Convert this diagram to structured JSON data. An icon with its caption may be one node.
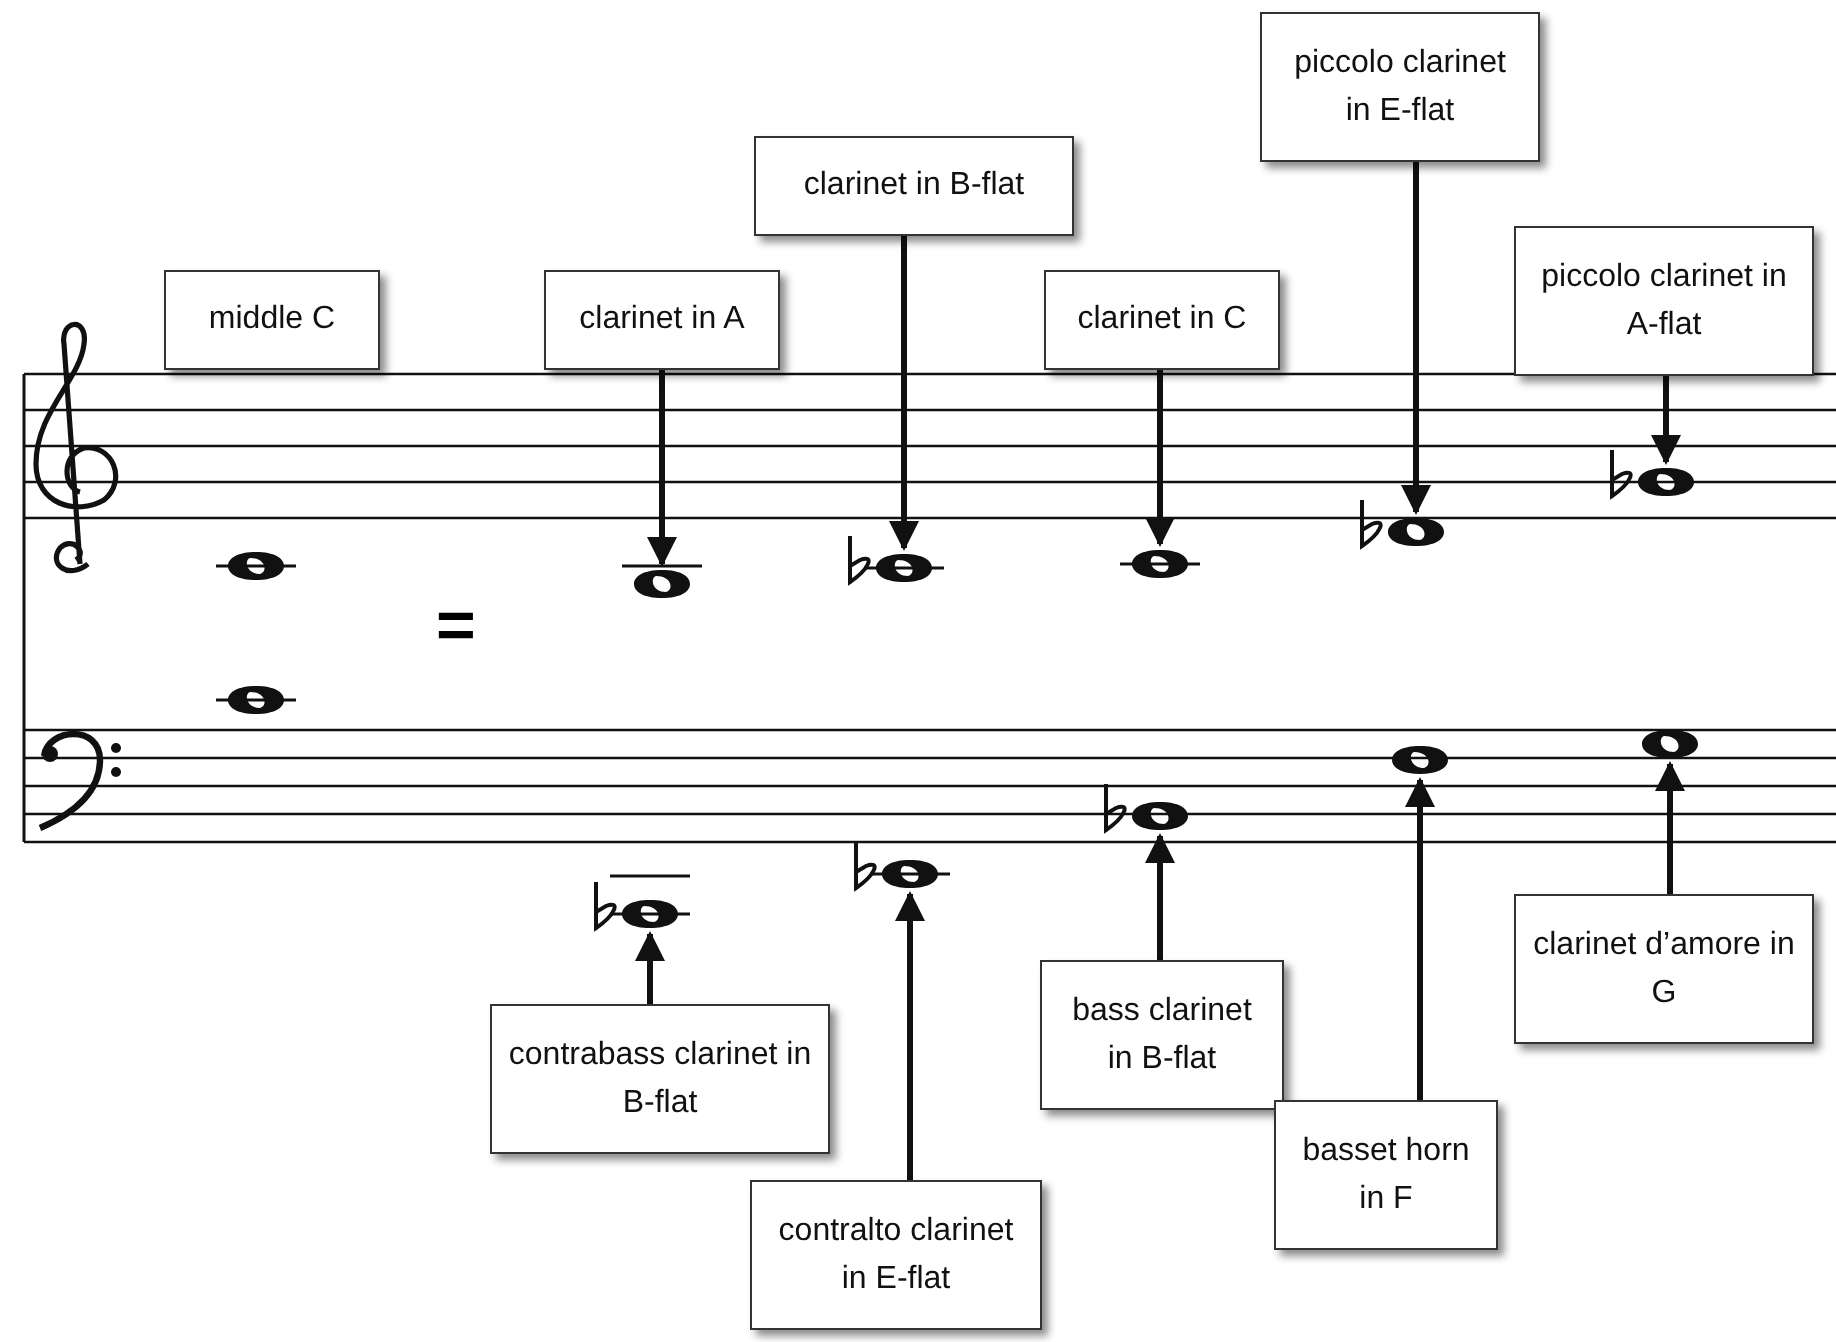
{
  "diagram": {
    "nodes": [
      {
        "text": [
          "piccolo clarinet in E-flat"
        ]
      },
      {
        "text": [
          "clarinet in B-flat"
        ]
      },
      {
        "text": [
          "middle C"
        ]
      },
      {
        "text": [
          "clarinet in A"
        ]
      },
      {
        "text": [
          "clarinet in C"
        ]
      },
      {
        "text": [
          "piccolo clarinet in A-flat"
        ]
      },
      {
        "text": [],
        "shape": "ellipse"
      },
      {
        "text": [],
        "shape": "ellipse"
      },
      {
        "text": [],
        "shape": "ellipse"
      },
      {
        "text": [],
        "shape": "ellipse"
      },
      {
        "text": [],
        "shape": "ellipse"
      },
      {
        "text": [],
        "shape": "ellipse"
      },
      {
        "text": [],
        "shape": "ellipse"
      },
      {
        "text": [],
        "shape": "ellipse"
      },
      {
        "text": [],
        "shape": "ellipse"
      },
      {
        "text": [],
        "shape": "ellipse"
      },
      {
        "text": [],
        "shape": "ellipse"
      },
      {
        "text": [],
        "shape": "ellipse"
      },
      {
        "text": [
          "bass clarinet in B-flat"
        ]
      },
      {
        "text": [
          "clarinet d’amore in G"
        ]
      },
      {
        "text": [
          "contrabass clarinet in B-flat"
        ]
      },
      {
        "text": [
          "basset horn in F"
        ]
      },
      {
        "text": [
          "contralto clarinet in E-flat"
        ]
      }
    ],
    "edges": [
      {
        "from": 3,
        "to": 7,
        "arrow": "to"
      },
      {
        "from": 1,
        "to": 8,
        "arrow": "to"
      },
      {
        "from": 4,
        "to": 9,
        "arrow": "to"
      },
      {
        "from": 0,
        "to": 10,
        "arrow": "to"
      },
      {
        "from": 5,
        "to": 11,
        "arrow": "to"
      },
      {
        "from": 20,
        "to": 13,
        "arrow": "to"
      },
      {
        "from": 22,
        "to": 14,
        "arrow": "to"
      },
      {
        "from": 18,
        "to": 15,
        "arrow": "to"
      },
      {
        "from": 21,
        "to": 16,
        "arrow": "to"
      },
      {
        "from": 19,
        "to": 17,
        "arrow": "to"
      }
    ],
    "labels": [
      "="
    ]
  }
}
